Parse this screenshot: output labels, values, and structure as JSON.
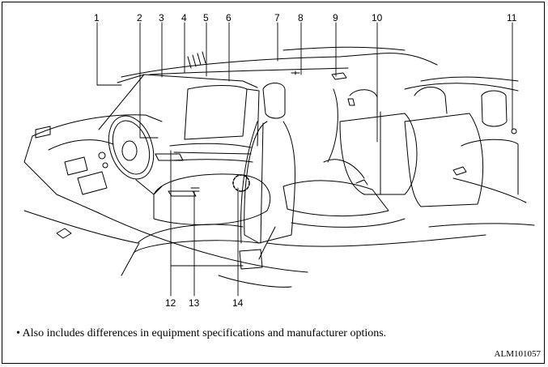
{
  "callouts": {
    "n1": "1",
    "n2": "2",
    "n3": "3",
    "n4": "4",
    "n5": "5",
    "n6": "6",
    "n7": "7",
    "n8": "8",
    "n9": "9",
    "n10": "10",
    "n11": "11",
    "n12": "12",
    "n13": "13",
    "n14": "14"
  },
  "footnote": "• Also includes differences in equipment specifications and manufacturer options.",
  "figure_code": "ALM101057",
  "colors": {
    "line": "#000000",
    "background": "#ffffff"
  }
}
